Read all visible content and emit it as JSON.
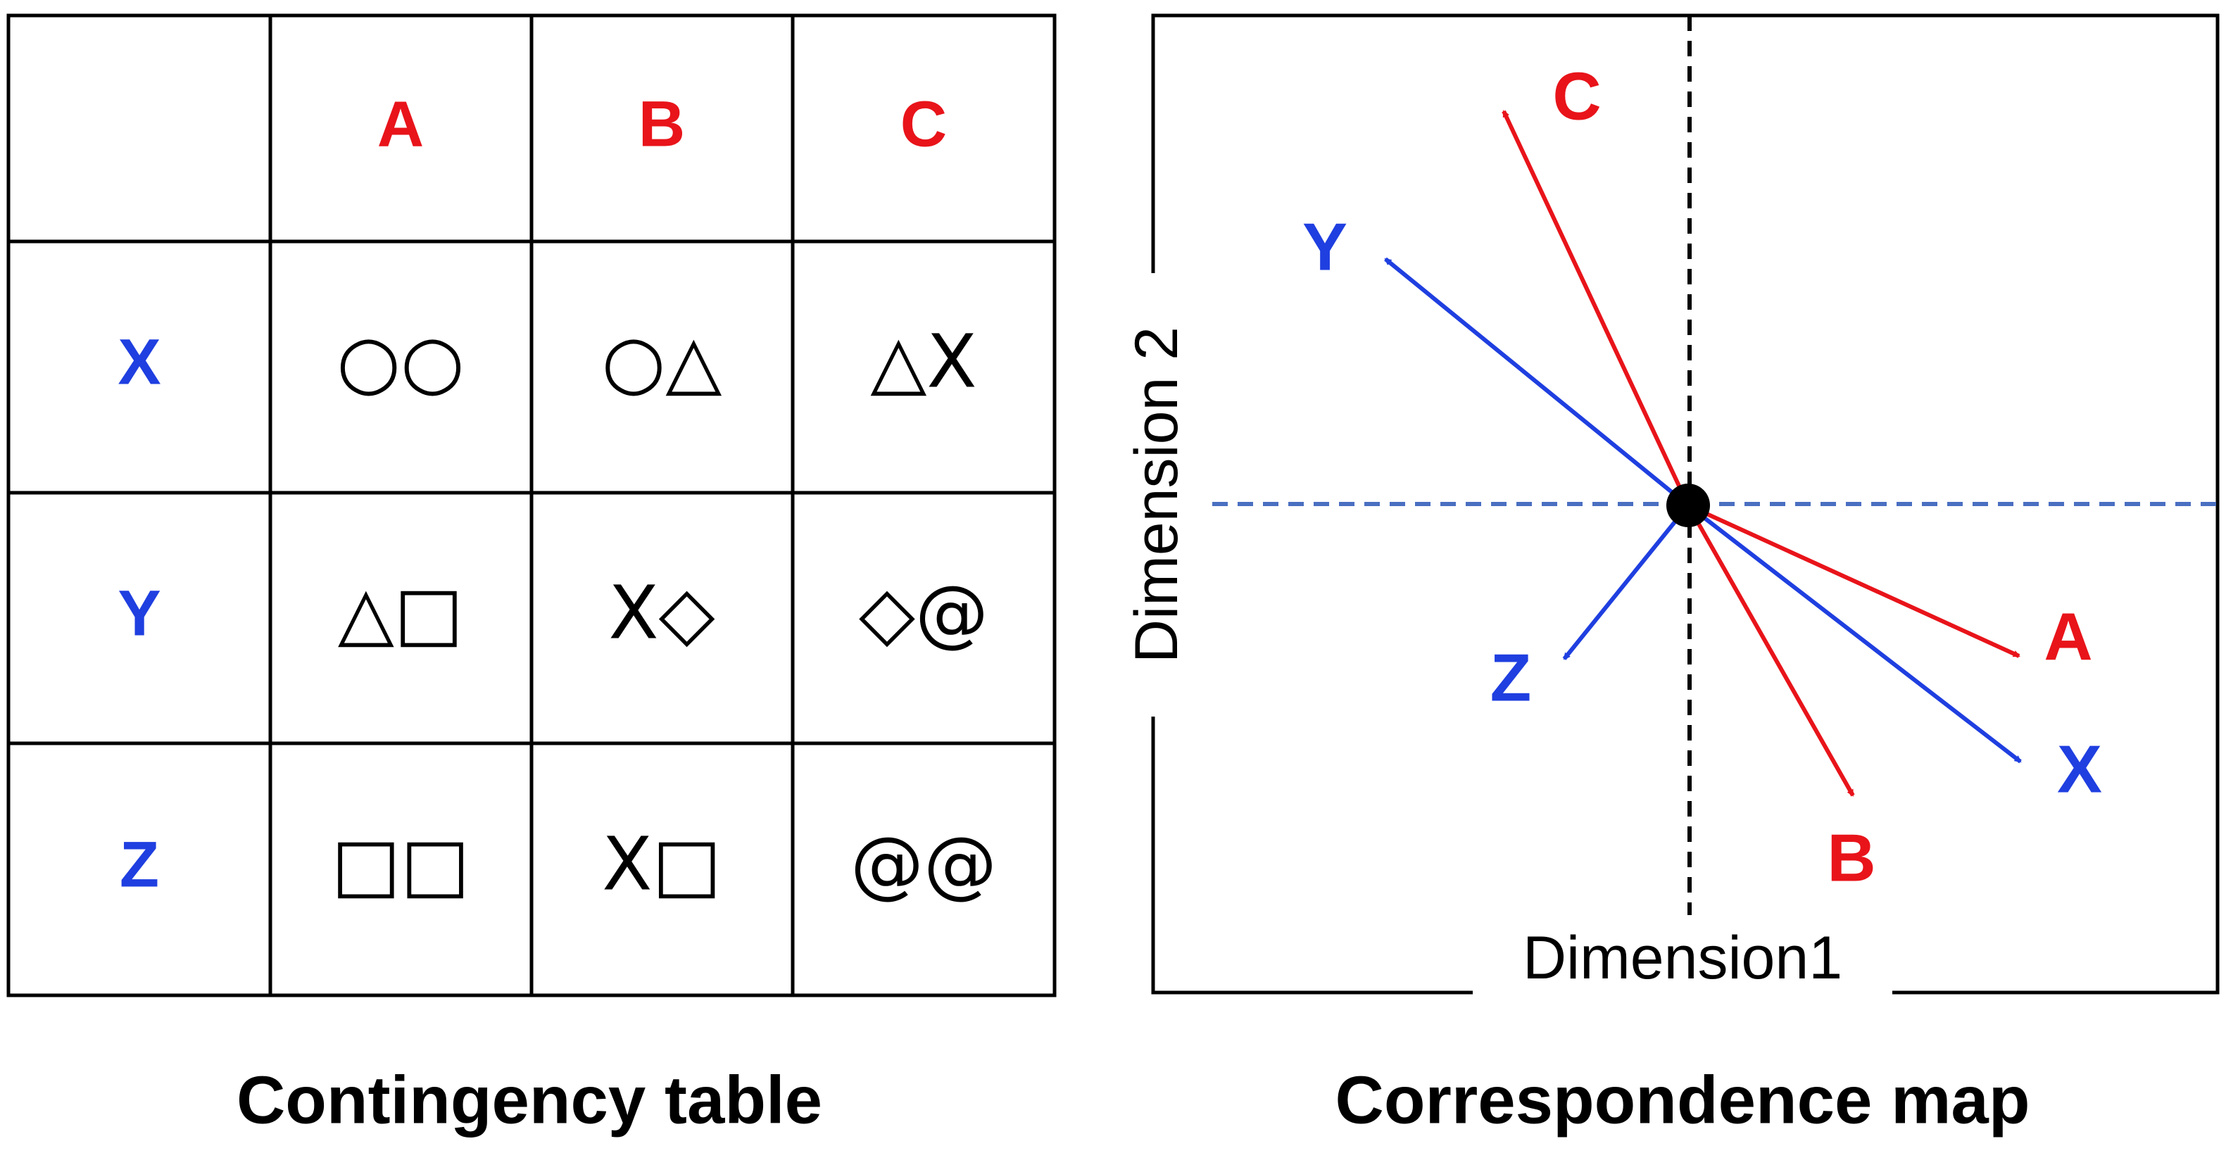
{
  "contingency_table": {
    "caption": "Contingency table",
    "column_headers": [
      "A",
      "B",
      "C"
    ],
    "row_headers": [
      "X",
      "Y",
      "Z"
    ],
    "cells": [
      [
        "○○",
        "○△",
        "△X"
      ],
      [
        "△□",
        "X◇",
        "◇@"
      ],
      [
        "□□",
        "X□",
        "@@"
      ]
    ]
  },
  "correspondence_map": {
    "caption": "Correspondence map",
    "x_axis_label": "Dimension1",
    "y_axis_label": "Dimension 2",
    "column_vectors": [
      {
        "label": "A",
        "dx": 0.86,
        "dy": -0.34
      },
      {
        "label": "B",
        "dx": 0.42,
        "dy": -0.74
      },
      {
        "label": "C",
        "dx": -0.46,
        "dy": 1.0
      }
    ],
    "row_vectors": [
      {
        "label": "X",
        "dx": 0.86,
        "dy": -0.64
      },
      {
        "label": "Y",
        "dx": -0.76,
        "dy": 0.62
      },
      {
        "label": "Z",
        "dx": -0.3,
        "dy": -0.4
      }
    ]
  },
  "colors": {
    "column_category": "#e8141a",
    "row_category": "#1f3fe0",
    "horizontal_axis": "#4a6fc1",
    "vertical_axis": "#000000"
  }
}
